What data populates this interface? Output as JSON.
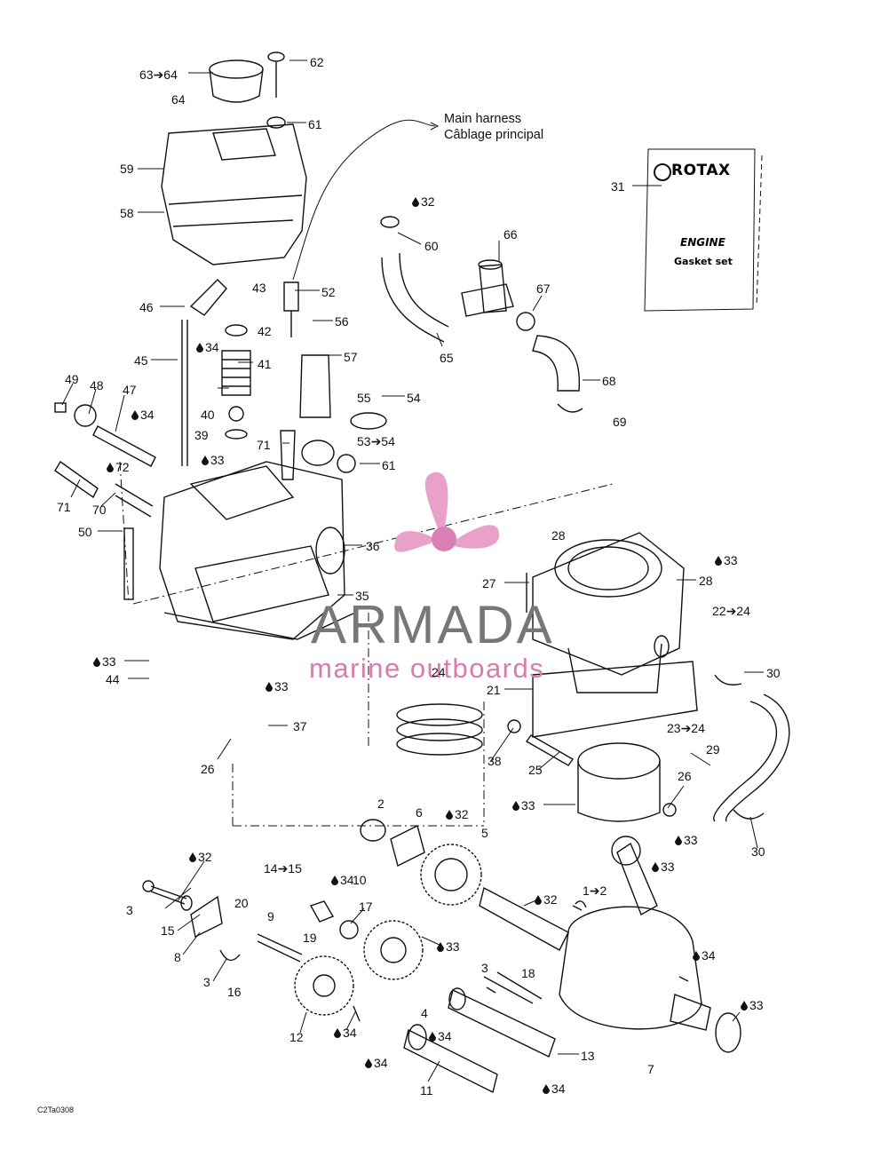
{
  "diagram": {
    "harness_en": "Main harness",
    "harness_fr": "Câblage principal",
    "drawing_code": "C2Ta0308",
    "gasket_kit": {
      "brand": "ROTAX",
      "line1": "ENGINE",
      "line2": "Gasket set"
    },
    "watermark": {
      "title": "ARMADA",
      "subtitle": "marine outboards"
    },
    "callouts": [
      {
        "t": "63➔64",
        "d": false
      },
      {
        "t": "64",
        "d": false
      },
      {
        "t": "62",
        "d": false
      },
      {
        "t": "61",
        "d": false
      },
      {
        "t": "59",
        "d": false
      },
      {
        "t": "58",
        "d": false
      },
      {
        "t": "32",
        "d": true
      },
      {
        "t": "60",
        "d": false
      },
      {
        "t": "31",
        "d": false
      },
      {
        "t": "66",
        "d": false
      },
      {
        "t": "67",
        "d": false
      },
      {
        "t": "65",
        "d": false
      },
      {
        "t": "68",
        "d": false
      },
      {
        "t": "69",
        "d": false
      },
      {
        "t": "46",
        "d": false
      },
      {
        "t": "43",
        "d": false
      },
      {
        "t": "52",
        "d": false
      },
      {
        "t": "56",
        "d": false
      },
      {
        "t": "34",
        "d": true
      },
      {
        "t": "42",
        "d": false
      },
      {
        "t": "57",
        "d": false
      },
      {
        "t": "45",
        "d": false
      },
      {
        "t": "41",
        "d": false
      },
      {
        "t": "49",
        "d": false
      },
      {
        "t": "48",
        "d": false
      },
      {
        "t": "47",
        "d": false
      },
      {
        "t": "34",
        "d": true
      },
      {
        "t": "40",
        "d": false
      },
      {
        "t": "55",
        "d": false
      },
      {
        "t": "54",
        "d": false
      },
      {
        "t": "39",
        "d": false
      },
      {
        "t": "53➔54",
        "d": false
      },
      {
        "t": "71",
        "d": false
      },
      {
        "t": "33",
        "d": true
      },
      {
        "t": "61",
        "d": false
      },
      {
        "t": "72",
        "d": true
      },
      {
        "t": "71",
        "d": false
      },
      {
        "t": "70",
        "d": false
      },
      {
        "t": "28",
        "d": false
      },
      {
        "t": "50",
        "d": false
      },
      {
        "t": "36",
        "d": false
      },
      {
        "t": "33",
        "d": true
      },
      {
        "t": "27",
        "d": false
      },
      {
        "t": "28",
        "d": false
      },
      {
        "t": "35",
        "d": false
      },
      {
        "t": "22➔24",
        "d": false
      },
      {
        "t": "33",
        "d": true
      },
      {
        "t": "33",
        "d": true
      },
      {
        "t": "24",
        "d": false
      },
      {
        "t": "44",
        "d": false
      },
      {
        "t": "30",
        "d": false
      },
      {
        "t": "21",
        "d": false
      },
      {
        "t": "37",
        "d": false
      },
      {
        "t": "23➔24",
        "d": false
      },
      {
        "t": "29",
        "d": false
      },
      {
        "t": "26",
        "d": false
      },
      {
        "t": "38",
        "d": false
      },
      {
        "t": "25",
        "d": false
      },
      {
        "t": "26",
        "d": false
      },
      {
        "t": "33",
        "d": true
      },
      {
        "t": "2",
        "d": false
      },
      {
        "t": "6",
        "d": false
      },
      {
        "t": "32",
        "d": true
      },
      {
        "t": "33",
        "d": true
      },
      {
        "t": "30",
        "d": false
      },
      {
        "t": "5",
        "d": false
      },
      {
        "t": "32",
        "d": true
      },
      {
        "t": "14➔15",
        "d": false
      },
      {
        "t": "33",
        "d": true
      },
      {
        "t": "34",
        "d": true
      },
      {
        "t": "10",
        "d": false
      },
      {
        "t": "32",
        "d": true
      },
      {
        "t": "1➔2",
        "d": false
      },
      {
        "t": "3",
        "d": false
      },
      {
        "t": "20",
        "d": false
      },
      {
        "t": "17",
        "d": false
      },
      {
        "t": "9",
        "d": false
      },
      {
        "t": "15",
        "d": false
      },
      {
        "t": "19",
        "d": false
      },
      {
        "t": "33",
        "d": true
      },
      {
        "t": "8",
        "d": false
      },
      {
        "t": "18",
        "d": false
      },
      {
        "t": "3",
        "d": false
      },
      {
        "t": "34",
        "d": true
      },
      {
        "t": "3",
        "d": false
      },
      {
        "t": "16",
        "d": false
      },
      {
        "t": "33",
        "d": true
      },
      {
        "t": "4",
        "d": false
      },
      {
        "t": "34",
        "d": true
      },
      {
        "t": "12",
        "d": false
      },
      {
        "t": "13",
        "d": false
      },
      {
        "t": "7",
        "d": false
      },
      {
        "t": "34",
        "d": true
      },
      {
        "t": "34",
        "d": true
      },
      {
        "t": "11",
        "d": false
      },
      {
        "t": "34",
        "d": true
      }
    ]
  }
}
